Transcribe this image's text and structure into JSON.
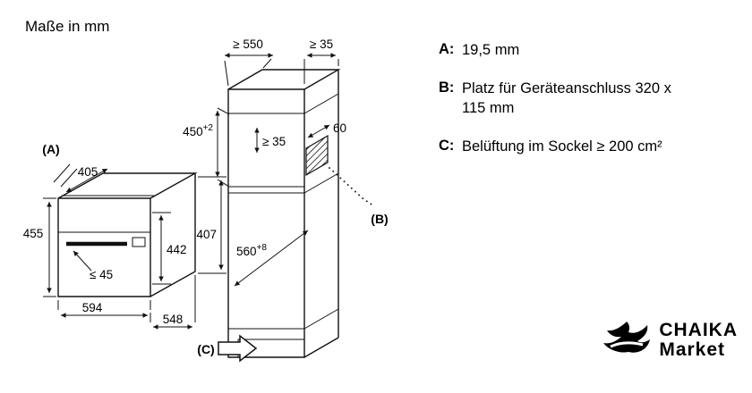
{
  "title": "Maße in mm",
  "legend": {
    "items": [
      {
        "key": "A:",
        "text": "19,5 mm"
      },
      {
        "key": "B:",
        "text": "Platz für Geräteanschluss 320 x 115 mm"
      },
      {
        "key": "C:",
        "text": "Belüftung im Sockel ≥ 200 cm²"
      }
    ]
  },
  "diagram": {
    "oven": {
      "ref_a": "(A)",
      "top_depth": "405",
      "height": "455",
      "body_height": "442",
      "side_height": "407",
      "handle_depth": "≤ 45",
      "width": "594",
      "depth": "548"
    },
    "cabinet": {
      "top_depth": "≥ 550",
      "top_rear_gap": "≥ 35",
      "niche_height": "450",
      "niche_height_tol": "+2",
      "rear_gap": "≥ 35",
      "connection_width": "60",
      "inner_depth": "560",
      "inner_depth_tol": "+8",
      "ref_b": "(B)",
      "ref_c": "(C)"
    }
  },
  "watermark": {
    "line1": "CHAIKA",
    "line2": "Market"
  }
}
